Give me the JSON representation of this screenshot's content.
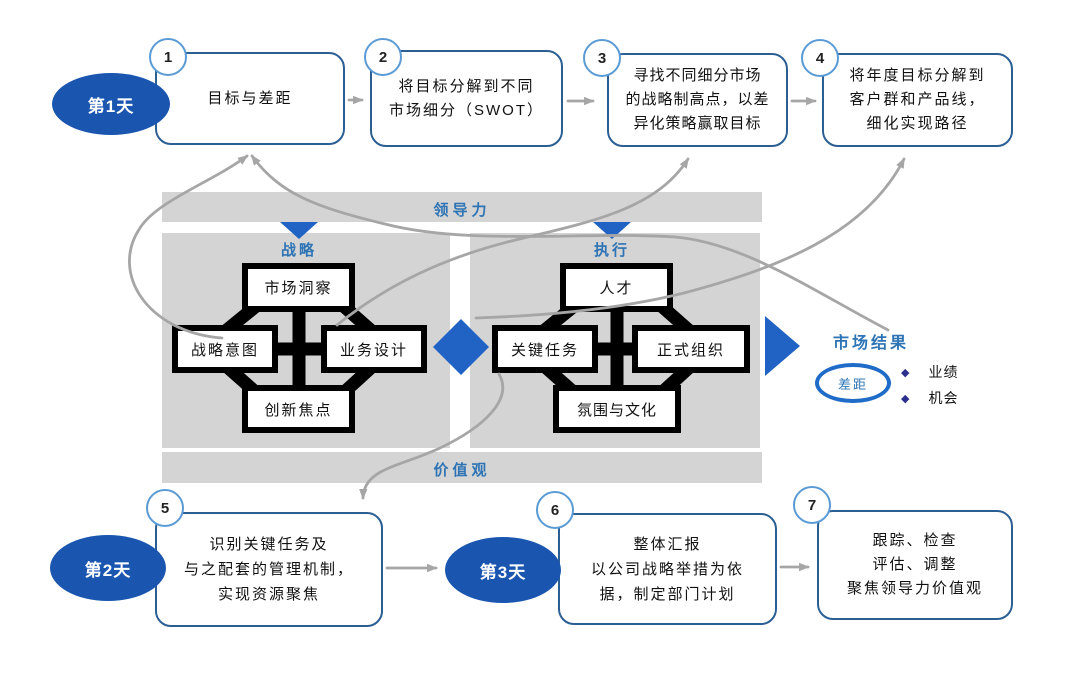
{
  "flow": [
    {
      "num": "1",
      "lines": [
        "目标与差距"
      ]
    },
    {
      "num": "2",
      "lines": [
        "将目标分解到不同",
        "市场细分（SWOT）"
      ]
    },
    {
      "num": "3",
      "lines": [
        "寻找不同细分市场",
        "的战略制高点，以差",
        "异化策略赢取目标"
      ]
    },
    {
      "num": "4",
      "lines": [
        "将年度目标分解到",
        "客户群和产品线，",
        "细化实现路径"
      ]
    },
    {
      "num": "5",
      "lines": [
        "识别关键任务及",
        "与之配套的管理机制，",
        "实现资源聚焦"
      ]
    },
    {
      "num": "6",
      "lines": [
        "整体汇报",
        "以公司战略举措为依",
        "据，制定部门计划"
      ]
    },
    {
      "num": "7",
      "lines": [
        "跟踪、检查",
        "评估、调整",
        "聚焦领导力价值观"
      ]
    }
  ],
  "days": [
    "第1天",
    "第2天",
    "第3天"
  ],
  "model": {
    "leadership": "领导力",
    "strategy": "战略",
    "execution": "执行",
    "values": "价值观",
    "strategy_boxes": [
      "市场洞察",
      "战略意图",
      "业务设计",
      "创新焦点"
    ],
    "execution_boxes": [
      "人才",
      "关键任务",
      "正式组织",
      "氛围与文化"
    ]
  },
  "results": {
    "title": "市场结果",
    "gap": "差距",
    "bullets": [
      "业绩",
      "机会"
    ]
  },
  "colors": {
    "day_ellipse_blue": "#1a56b0",
    "shape_blue": "#2063c5",
    "blue_text": "#2e74b5",
    "gap_ellipse_border": "#1e6bc8",
    "bullet_diamond_navy": "#2c2f8d",
    "flow_box_border": "#2b5f94",
    "step_circle_border": "#5b9bd5",
    "arrow_gray": "#a6a6a6",
    "panel_gray": "#d4d4d4",
    "model_box_border": "#000000"
  }
}
